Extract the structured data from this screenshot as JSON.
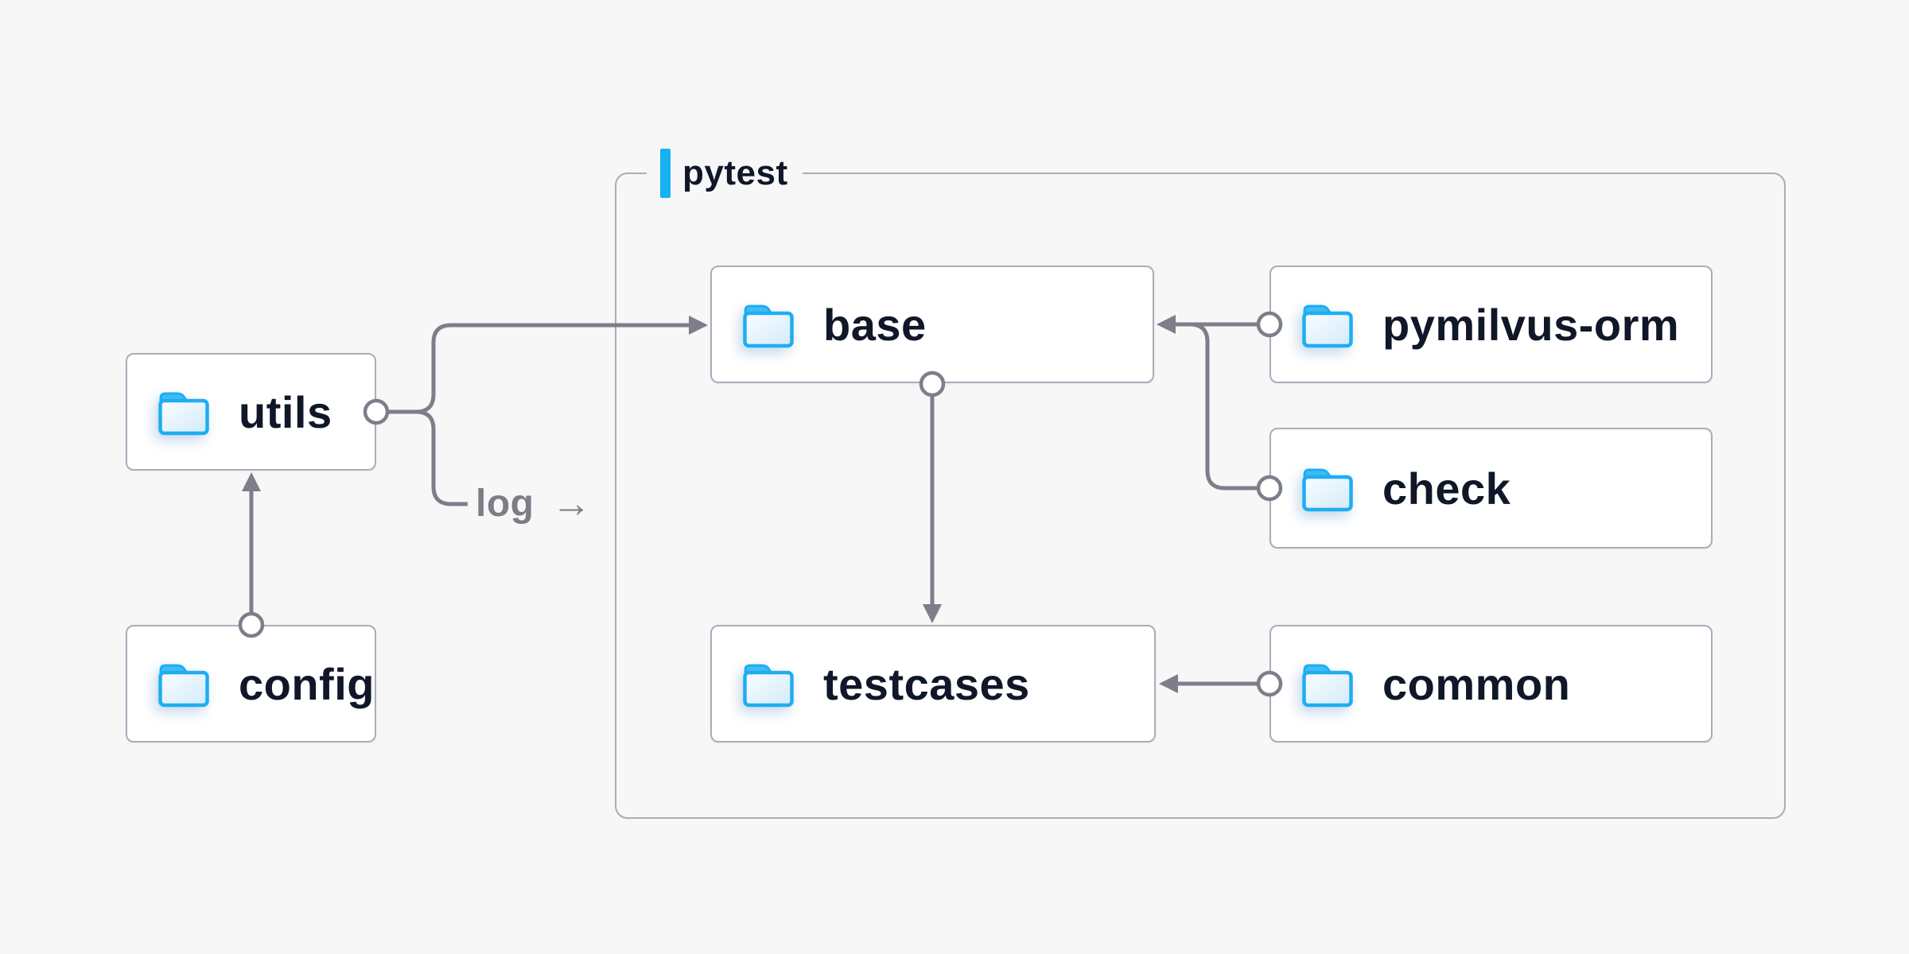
{
  "colors": {
    "bg": "#f7f7f8",
    "node-bg": "#ffffff",
    "border": "#abacba",
    "edge": "#7e7e8a",
    "text": "#0f1728",
    "muted": "#7d7d88",
    "accent": "#18b2f3",
    "folder-stroke": "#1fadf2",
    "folder-tab": "#3fbcf4",
    "folder-fill-top": "#fafdff",
    "folder-fill-bottom": "#d2eafa"
  },
  "group": {
    "label": "pytest"
  },
  "nodes": {
    "utils": {
      "label": "utils",
      "icon": "folder"
    },
    "config": {
      "label": "config",
      "icon": "folder"
    },
    "base": {
      "label": "base",
      "icon": "folder"
    },
    "testcases": {
      "label": "testcases",
      "icon": "folder"
    },
    "pymilvus_orm": {
      "label": "pymilvus-orm",
      "icon": "folder"
    },
    "check": {
      "label": "check",
      "icon": "folder"
    },
    "common": {
      "label": "common",
      "icon": "folder"
    }
  },
  "log_label": {
    "text": "log",
    "arrow": "→"
  },
  "edges": [
    {
      "from": "config",
      "to": "utils"
    },
    {
      "from": "utils",
      "to": "base"
    },
    {
      "from": "utils",
      "to": "log"
    },
    {
      "from": "base",
      "to": "testcases"
    },
    {
      "from": "pymilvus-orm",
      "to": "base"
    },
    {
      "from": "check",
      "to": "base"
    },
    {
      "from": "common",
      "to": "testcases"
    }
  ]
}
